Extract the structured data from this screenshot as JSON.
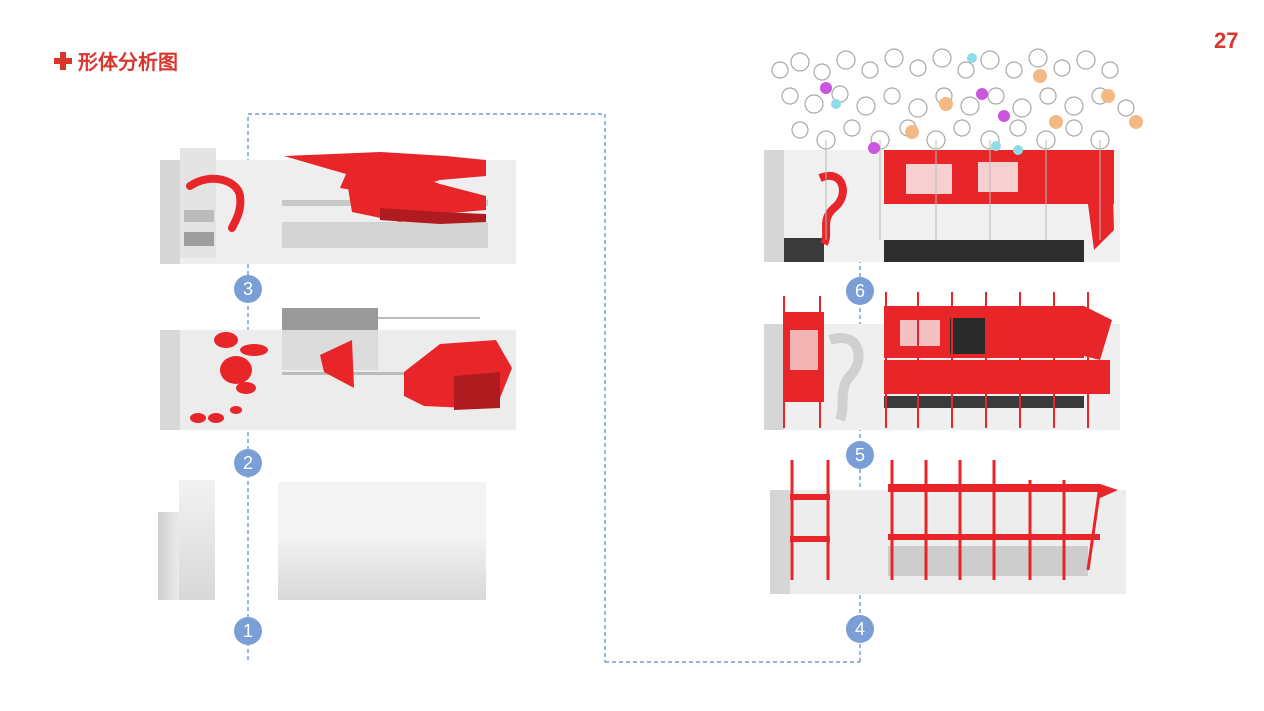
{
  "page": {
    "title": "形体分析图",
    "number": "27",
    "title_icon": "plus-icon"
  },
  "colors": {
    "accent": "#d9372e",
    "step_badge": "#7a9fd6",
    "flow_line": "#5b87c9",
    "model_red": "#e8262a"
  },
  "steps": [
    "1",
    "2",
    "3",
    "4",
    "5",
    "6"
  ]
}
